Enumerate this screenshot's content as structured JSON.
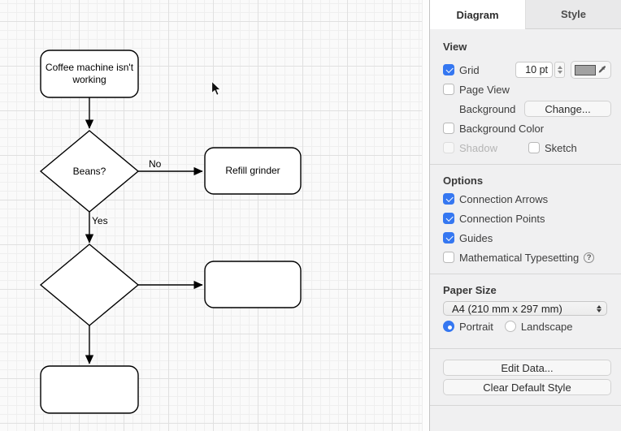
{
  "canvas": {
    "nodes": [
      {
        "id": "start",
        "label": "Coffee machine isn't working"
      },
      {
        "id": "beans-decision",
        "label": "Beans?"
      },
      {
        "id": "refill-grinder",
        "label": "Refill grinder"
      },
      {
        "id": "decision-2",
        "label": ""
      },
      {
        "id": "process-2",
        "label": ""
      },
      {
        "id": "end",
        "label": ""
      }
    ],
    "edge_labels": {
      "no": "No",
      "yes": "Yes"
    }
  },
  "sidebar": {
    "tabs": {
      "diagram": "Diagram",
      "style": "Style"
    },
    "view": {
      "header": "View",
      "grid": "Grid",
      "grid_size": "10 pt",
      "page_view": "Page View",
      "background": "Background",
      "change_button": "Change...",
      "background_color": "Background Color",
      "shadow": "Shadow",
      "sketch": "Sketch"
    },
    "options": {
      "header": "Options",
      "connection_arrows": "Connection Arrows",
      "connection_points": "Connection Points",
      "guides": "Guides",
      "math_typesetting": "Mathematical Typesetting",
      "help_glyph": "?"
    },
    "paper": {
      "header": "Paper Size",
      "size_value": "A4 (210 mm x 297 mm)",
      "portrait": "Portrait",
      "landscape": "Landscape"
    },
    "buttons": {
      "edit_data": "Edit Data...",
      "clear_default_style": "Clear Default Style"
    }
  },
  "colors": {
    "accent_blue": "#3577f1",
    "grid_swatch": "#a2a2a2",
    "shape_stroke": "#000000",
    "canvas_bg": "#fafafa"
  }
}
